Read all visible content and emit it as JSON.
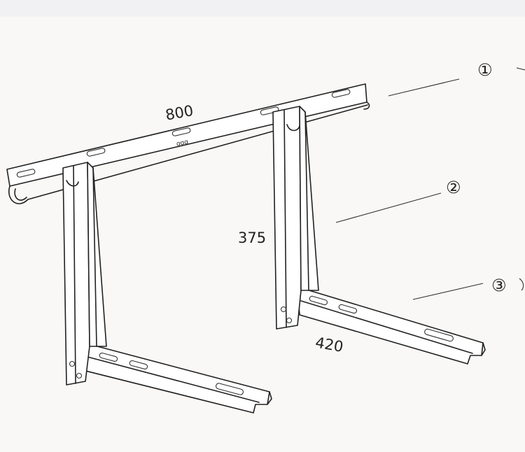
{
  "dimensions": {
    "rail_length": "800",
    "bracket_height": "375",
    "arm_length": "420"
  },
  "callouts": [
    "①",
    "②",
    "③"
  ],
  "rail_marking": "ɑɑɑ"
}
